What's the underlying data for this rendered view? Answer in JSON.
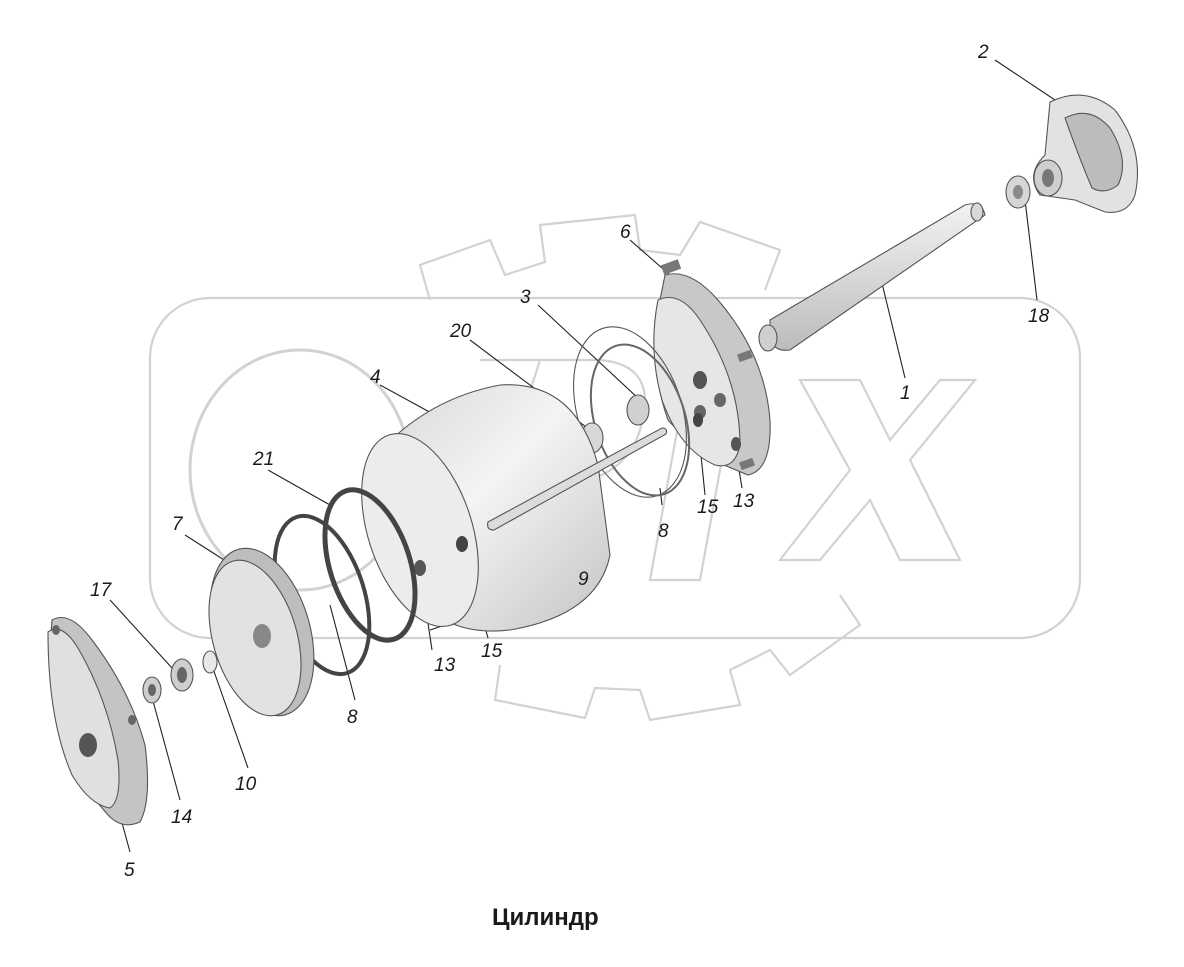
{
  "title": "Цилиндр",
  "callouts": {
    "c1": "1",
    "c2": "2",
    "c3": "3",
    "c4": "4",
    "c5": "5",
    "c6": "6",
    "c7": "7",
    "c8a": "8",
    "c8b": "8",
    "c9": "9",
    "c10": "10",
    "c13a": "13",
    "c13b": "13",
    "c14": "14",
    "c15a": "15",
    "c15b": "15",
    "c17": "17",
    "c18": "18",
    "c20": "20",
    "c21": "21"
  },
  "colors": {
    "part_fill": "#e6e6e6",
    "part_shade": "#bdbdbd",
    "part_dark": "#5a5a5a",
    "watermark": "#d2d2d2"
  }
}
